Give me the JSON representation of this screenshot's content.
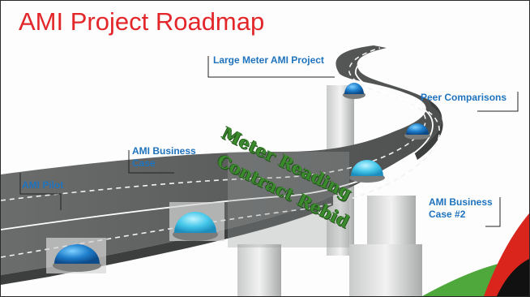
{
  "slide": {
    "title": "AMI Project Roadmap",
    "milestones": [
      {
        "label_line1": "AMI Pilot",
        "label_line2": ""
      },
      {
        "label_line1": "AMI Business",
        "label_line2": "Case"
      },
      {
        "label_line1": "Large Meter AMI Project",
        "label_line2": ""
      },
      {
        "label_line1": "Peer Comparisons",
        "label_line2": ""
      },
      {
        "label_line1": "AMI Business",
        "label_line2": "Case #2"
      }
    ],
    "road_text": {
      "line1": "Meter Reading",
      "line2": "Contract Rebid"
    }
  },
  "colors": {
    "title": "#e2262a",
    "label": "#1e73be",
    "road": "#5a5c5c",
    "road_text": "#3c8a2e",
    "accent_red": "#d9251c",
    "accent_green": "#4ea83b",
    "accent_black": "#111111"
  },
  "icons": {
    "milestone_marker": "blue-dome-marker-icon"
  }
}
